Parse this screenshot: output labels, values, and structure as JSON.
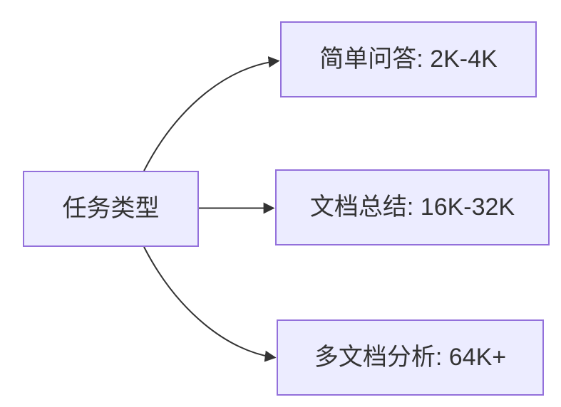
{
  "colors": {
    "bg": "#ffffff",
    "node_fill": "#ECECFF",
    "node_border": "#9370DB",
    "edge_color": "#333333",
    "text_color": "#333333"
  },
  "diagram": {
    "type": "flowchart-left-right",
    "root": {
      "label": "任务类型"
    },
    "branches": [
      {
        "label": "简单问答: 2K-4K"
      },
      {
        "label": "文档总结: 16K-32K"
      },
      {
        "label": "多文档分析: 64K+"
      }
    ]
  }
}
